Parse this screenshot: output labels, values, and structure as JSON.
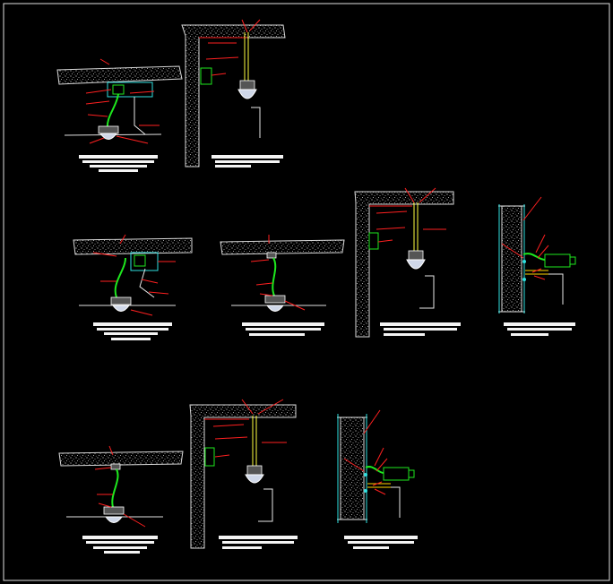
{
  "drawing": {
    "type": "cad-detail-sheet",
    "colors": {
      "background": "#000000",
      "leader": "#ff2020",
      "cable": "#1ee81e",
      "conduit": "#ffff40",
      "junction_box": "#2fe0e0",
      "concrete": "#d8d8d8"
    },
    "details": [
      {
        "name": "ceiling-dome-junction-box",
        "label_count": 9
      },
      {
        "name": "pendant-dome-wall-bracket",
        "label_count": 6
      },
      {
        "name": "ceiling-dome-box-variant",
        "label_count": 9
      },
      {
        "name": "ceiling-dome-direct",
        "label_count": 5
      },
      {
        "name": "pendant-dome-wall-bracket-2",
        "label_count": 7
      },
      {
        "name": "bullet-camera-wall-mount",
        "label_count": 6
      },
      {
        "name": "ceiling-dome-simple",
        "label_count": 5
      },
      {
        "name": "pendant-dome-wall-bracket-3",
        "label_count": 6
      },
      {
        "name": "bullet-camera-column-mount",
        "label_count": 6
      }
    ]
  }
}
